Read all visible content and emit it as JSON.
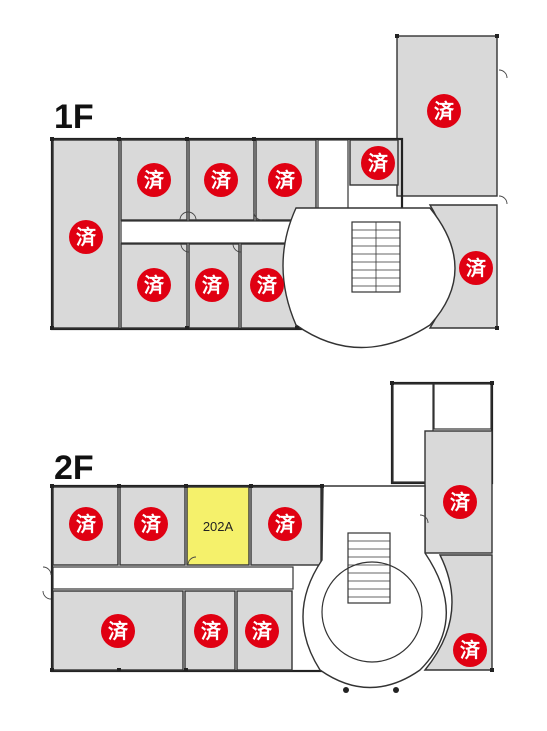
{
  "floors": [
    {
      "label": "1F"
    },
    {
      "label": "2F"
    }
  ],
  "occupied_mark": "済",
  "vacant_room": {
    "label": "202A",
    "fill": "#f5f16b"
  },
  "colors": {
    "stamp": "#e00012",
    "room": "#d9d9d9",
    "wall": "#222222"
  }
}
